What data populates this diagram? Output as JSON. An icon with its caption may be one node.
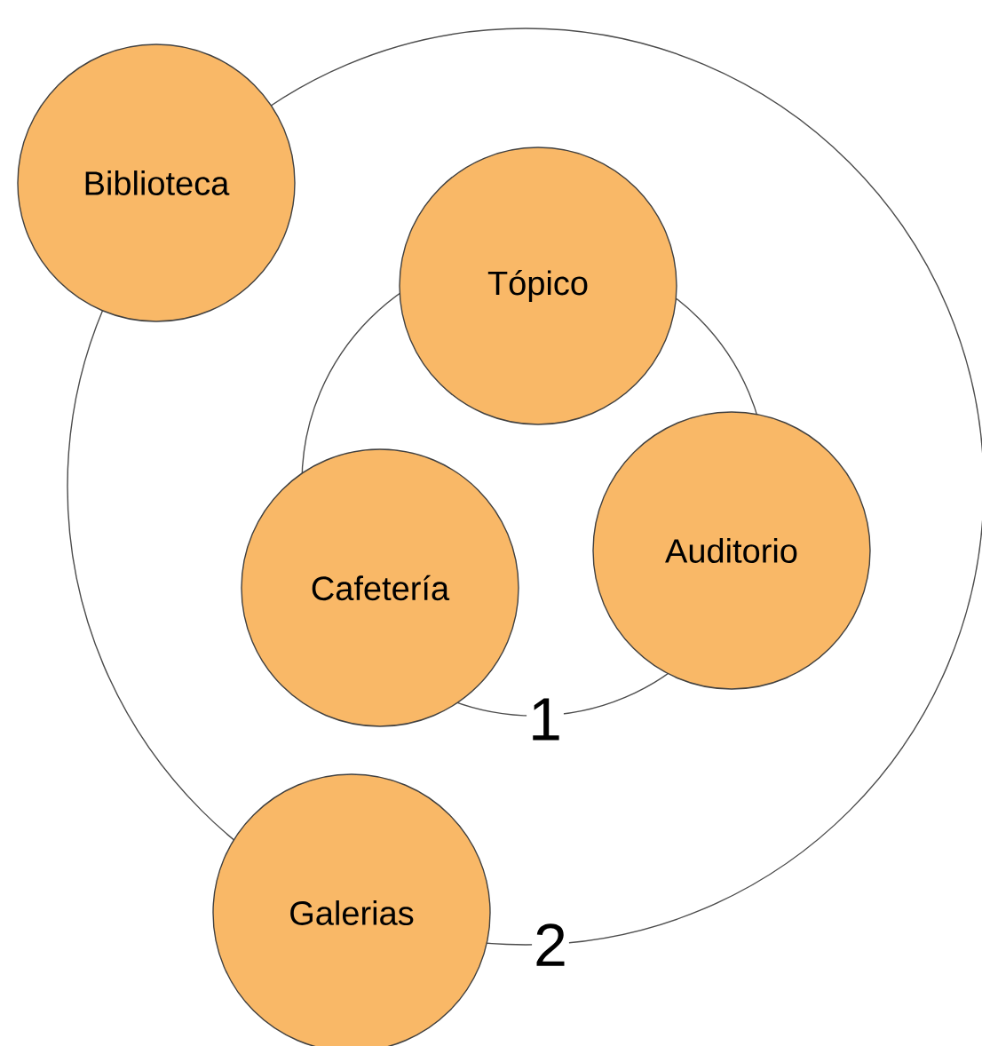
{
  "diagram": {
    "nodes": [
      {
        "text": [
          "2"
        ]
      },
      {
        "text": [
          "Biblioteca"
        ]
      },
      {
        "text": [
          "1"
        ],
        "in": 0
      },
      {
        "text": [
          "Tópico"
        ],
        "in": 0
      },
      {
        "text": [
          "Auditorio"
        ],
        "in": 0
      },
      {
        "text": [
          "Cafetería"
        ],
        "in": 0
      },
      {
        "text": [
          "Galerias"
        ]
      }
    ]
  }
}
